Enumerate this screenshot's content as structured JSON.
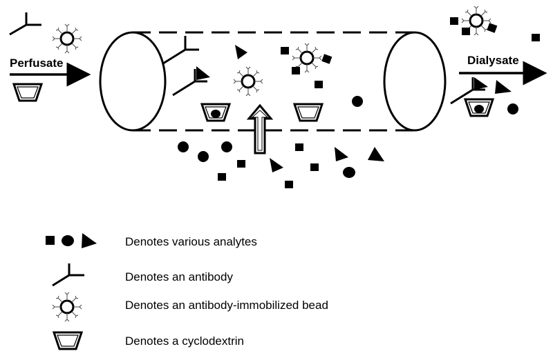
{
  "diagram": {
    "inlet_label": "Perfusate",
    "outlet_label": "Dialysate"
  },
  "legend": {
    "items": [
      {
        "icon": "analyte-shapes-icon",
        "text": "Denotes various analytes"
      },
      {
        "icon": "antibody-icon",
        "text": "Denotes an antibody"
      },
      {
        "icon": "antibody-bead-icon",
        "text": "Denotes an antibody-immobilized bead"
      },
      {
        "icon": "cyclodextrin-icon",
        "text": "Denotes a cyclodextrin"
      }
    ]
  },
  "colors": {
    "ink": "#000000",
    "background": "#ffffff"
  }
}
